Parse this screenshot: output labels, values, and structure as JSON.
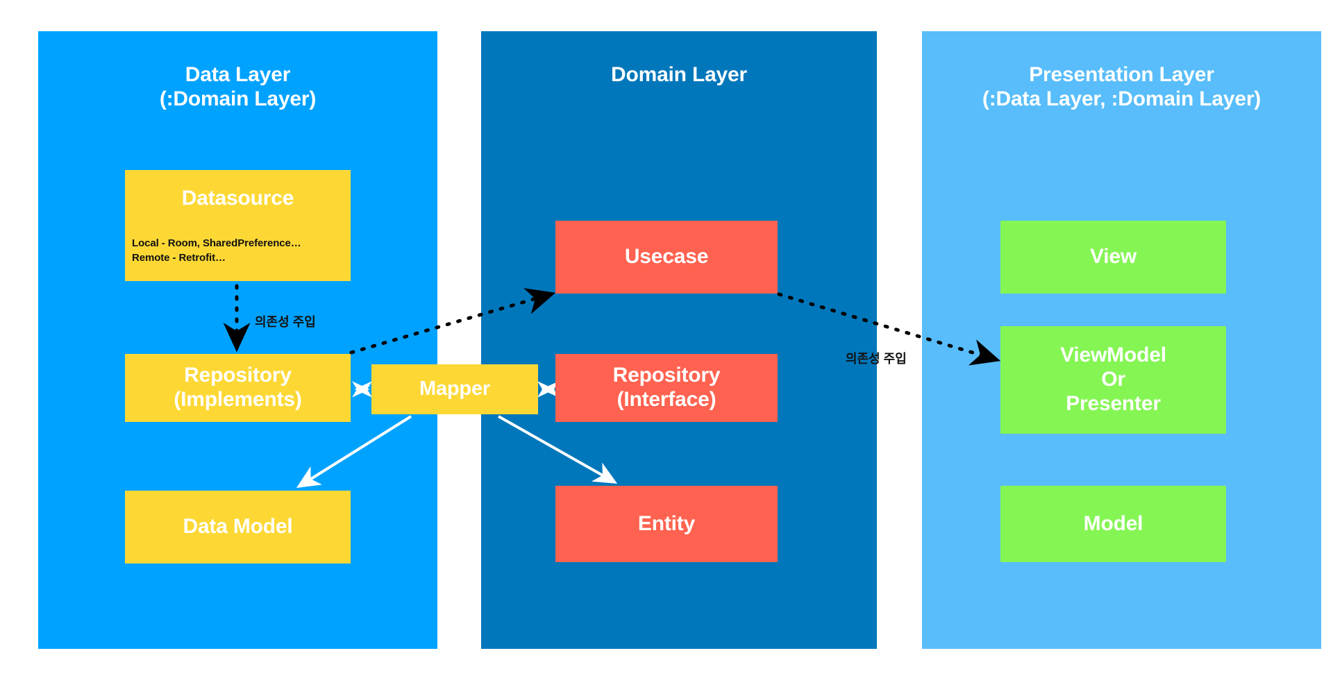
{
  "diagram": {
    "title": "Clean Architecture Layer Diagram",
    "background": "#ffffff"
  },
  "colors": {
    "data_layer_bg": "#00A2FF",
    "domain_layer_bg": "#0077BB",
    "presentation_layer_bg": "#58BDFA",
    "yellow_node": "#FDD835",
    "red_node": "#FF6250",
    "green_node": "#85F554",
    "node_text": "#ffffff",
    "arrow_dotted": "#000000",
    "arrow_solid": "#ffffff",
    "detail_text": "#111111"
  },
  "layers": {
    "data": {
      "title": "Data Layer\n(:Domain Layer)",
      "nodes": {
        "datasource": {
          "label": "Datasource",
          "details": "Local - Room, SharedPreference…\nRemote - Retrofit…"
        },
        "repository_impl": {
          "label": "Repository\n(Implements)"
        },
        "data_model": {
          "label": "Data Model"
        }
      }
    },
    "domain": {
      "title": "Domain Layer",
      "nodes": {
        "usecase": {
          "label": "Usecase"
        },
        "repository_interface": {
          "label": "Repository\n(Interface)"
        },
        "entity": {
          "label": "Entity"
        }
      }
    },
    "presentation": {
      "title": "Presentation Layer\n(:Data Layer, :Domain Layer)",
      "nodes": {
        "view": {
          "label": "View"
        },
        "viewmodel": {
          "label": "ViewModel\nOr\nPresenter"
        },
        "model": {
          "label": "Model"
        }
      }
    }
  },
  "shared": {
    "mapper": {
      "label": "Mapper"
    }
  },
  "arrows": {
    "di_datasource_to_repository": {
      "label": "의존성 주입",
      "style": "dotted",
      "from": "datasource",
      "to": "repository_impl"
    },
    "di_repository_to_usecase": {
      "label": "",
      "style": "dotted",
      "from": "repository_impl",
      "to": "usecase"
    },
    "di_usecase_to_viewmodel": {
      "label": "의존성 주입",
      "style": "dotted",
      "from": "usecase",
      "to": "viewmodel"
    },
    "mapper_to_data_model": {
      "style": "solid",
      "from": "mapper",
      "to": "data_model"
    },
    "mapper_to_entity": {
      "style": "solid",
      "from": "mapper",
      "to": "entity"
    },
    "repository_impl_mapper": {
      "style": "double",
      "label": "↔"
    },
    "mapper_repository_interface": {
      "style": "double",
      "label": "↔"
    }
  }
}
